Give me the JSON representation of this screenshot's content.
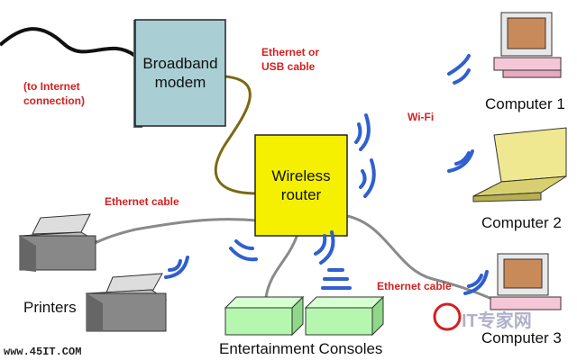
{
  "modem": {
    "label_line1": "Broadband",
    "label_line2": "modem"
  },
  "router": {
    "label_line1": "Wireless",
    "label_line2": "router"
  },
  "labels": {
    "internet_line1": "(to Internet",
    "internet_line2": "connection)",
    "eth_usb_line1": "Ethernet or",
    "eth_usb_line2": "USB cable",
    "wifi": "Wi-Fi",
    "eth_cable_left": "Ethernet cable",
    "eth_cable_right": "Ethernet cable"
  },
  "devices": {
    "computer1": "Computer 1",
    "computer2": "Computer 2",
    "computer3": "Computer 3",
    "printers": "Printers",
    "consoles": "Entertainment Consoles"
  },
  "watermark": {
    "url": "www.45IT.COM",
    "logo": "IT专家网"
  },
  "colors": {
    "modem": "#a9cfd4",
    "router": "#f4f000",
    "console": "#b6f7b0",
    "wifi": "#2f5fd0",
    "red_text": "#d42020",
    "cable": "#8a8a8a",
    "modem_cable": "#7a6a10"
  }
}
